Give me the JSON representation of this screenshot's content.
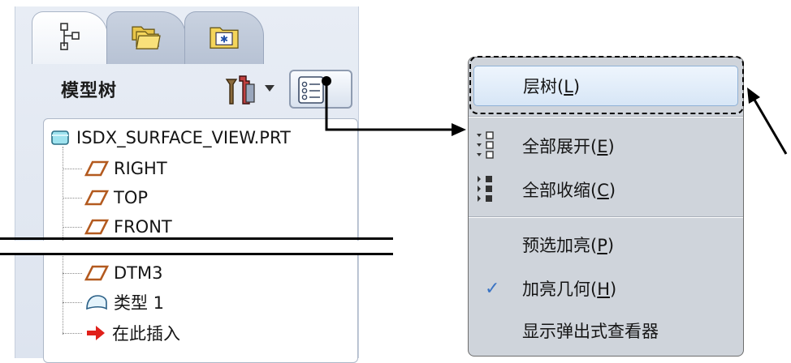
{
  "navigator": {
    "tabs": [
      {
        "icon": "model-tree-tab-icon",
        "active": true
      },
      {
        "icon": "folder-browser-tab-icon",
        "active": false
      },
      {
        "icon": "favorites-tab-icon",
        "active": false
      }
    ],
    "header_title": "模型树",
    "tree": {
      "root": "ISDX_SURFACE_VIEW.PRT",
      "items": [
        "RIGHT",
        "TOP",
        "FRONT",
        "DTM3",
        "类型 1",
        "在此插入"
      ]
    }
  },
  "context_menu": {
    "groups": [
      [
        {
          "label": "层树(",
          "key": "L",
          "suffix": ")"
        }
      ],
      [
        {
          "label": "全部展开(",
          "key": "E",
          "suffix": ")",
          "icon": "expand-all-icon"
        },
        {
          "label": "全部收缩(",
          "key": "C",
          "suffix": ")",
          "icon": "collapse-all-icon"
        }
      ],
      [
        {
          "label": "预选加亮(",
          "key": "P",
          "suffix": ")"
        },
        {
          "label": "加亮几何(",
          "key": "H",
          "suffix": ")",
          "checked": true,
          "check_glyph": "✓"
        },
        {
          "label": "显示弹出式查看器"
        }
      ]
    ]
  },
  "colors": {
    "highlight": "#d7e6f6",
    "datum_plane": "#b35a1f",
    "insert_arrow": "#e0201a"
  }
}
